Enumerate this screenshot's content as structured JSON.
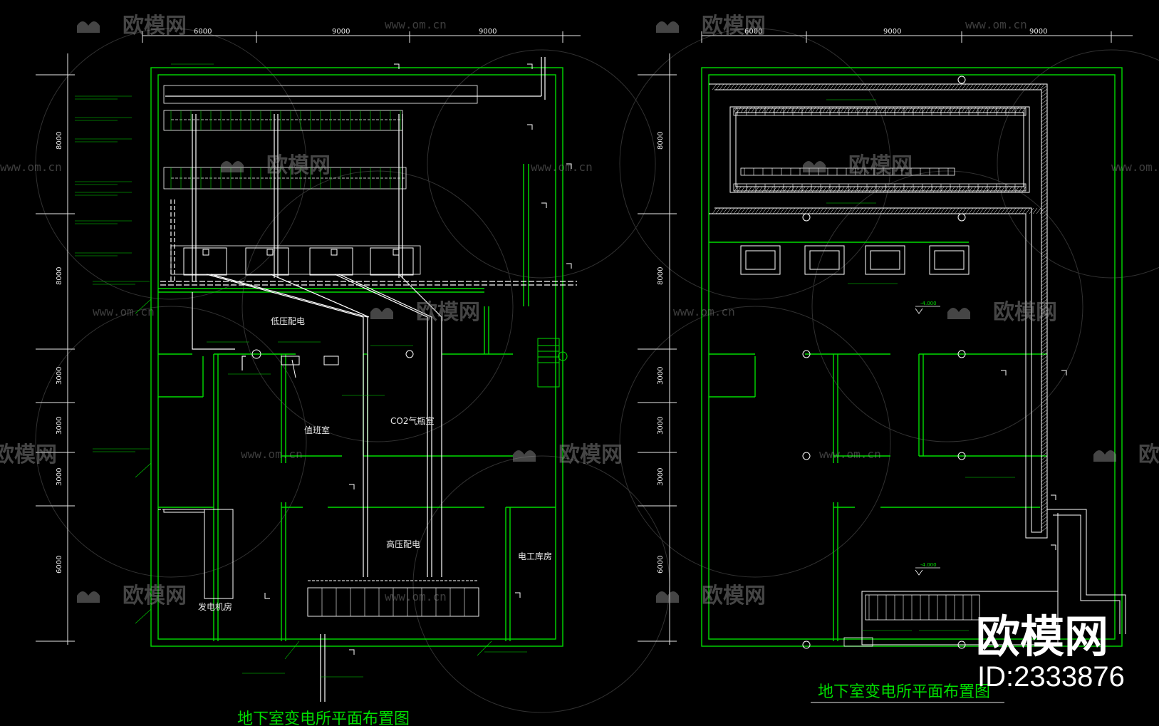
{
  "drawings": [
    {
      "id": "left",
      "title": "地下室变电所平面布置图",
      "dims_top": [
        "6000",
        "9000",
        "9000"
      ],
      "dims_side": [
        "8000",
        "8000",
        "3000",
        "3000",
        "3000",
        "6000"
      ],
      "rooms": [
        {
          "key": "low_voltage",
          "label": "低压配电"
        },
        {
          "key": "duty_room",
          "label": "值班室"
        },
        {
          "key": "co2_room",
          "label": "CO2气瓶室"
        },
        {
          "key": "high_voltage",
          "label": "高压配电"
        },
        {
          "key": "tool_room",
          "label": "电工库房"
        },
        {
          "key": "generator",
          "label": "发电机房"
        }
      ]
    },
    {
      "id": "right",
      "title": "地下室变电所平面布置图",
      "dims_top": [
        "6000",
        "9000",
        "9000"
      ],
      "dims_side": [
        "8000",
        "8000",
        "3000",
        "3000",
        "3000",
        "6000"
      ],
      "levels": [
        "-4.000",
        "-4.000"
      ]
    }
  ],
  "watermark": {
    "brand": "欧模网",
    "url": "www.om.cn",
    "stamp_brand": "欧模网",
    "stamp_id": "ID:2333876"
  },
  "colors": {
    "background": "#000000",
    "wall": "#00dd00",
    "conduit": "#ffffff",
    "text": "#e8e8e8",
    "watermark": "#9a9a9a"
  }
}
